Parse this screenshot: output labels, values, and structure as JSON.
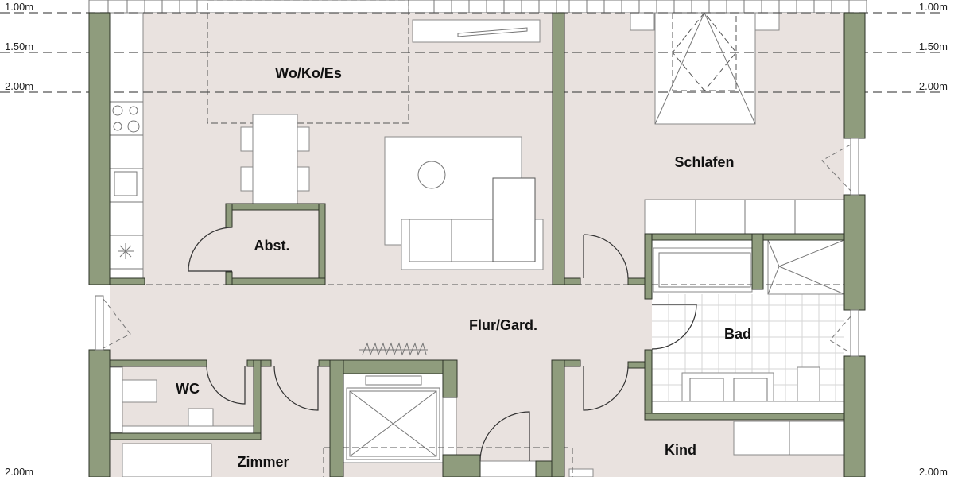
{
  "floor_plan": {
    "rooms": [
      {
        "id": "wohnen",
        "label": "Wo/Ko/Es"
      },
      {
        "id": "schlafen",
        "label": "Schlafen"
      },
      {
        "id": "abstellraum",
        "label": "Abst."
      },
      {
        "id": "flur",
        "label": "Flur/Gard."
      },
      {
        "id": "bad",
        "label": "Bad"
      },
      {
        "id": "wc",
        "label": "WC"
      },
      {
        "id": "zimmer",
        "label": "Zimmer"
      },
      {
        "id": "kind",
        "label": "Kind"
      }
    ],
    "height_markers": {
      "left": [
        "1.00m",
        "1.50m",
        "2.00m",
        "2.00m"
      ],
      "right": [
        "1.00m",
        "1.50m",
        "2.00m",
        "2.00m"
      ]
    },
    "colors": {
      "wall": "#8f9c7d",
      "floor": "#e9e2df",
      "furniture": "#ffffff",
      "background": "#ffffff"
    }
  }
}
